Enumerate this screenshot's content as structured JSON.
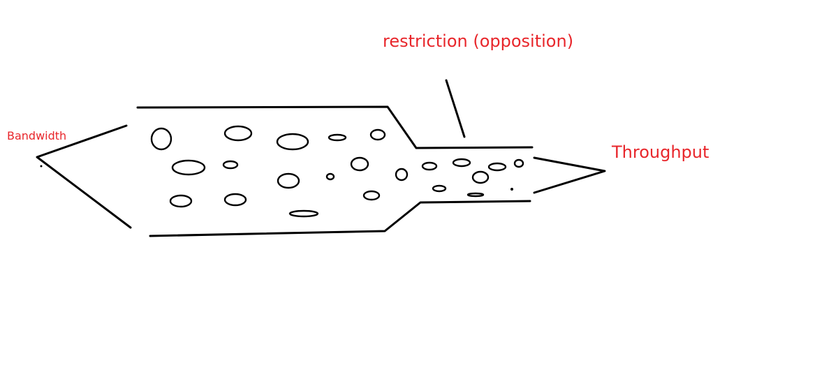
{
  "labels": {
    "bandwidth": "Bandwidth",
    "restriction": "restriction (opposition)",
    "throughput": "Throughput"
  },
  "colors": {
    "label": "#e8262b",
    "outline": "#000000",
    "background": "#ffffff"
  }
}
